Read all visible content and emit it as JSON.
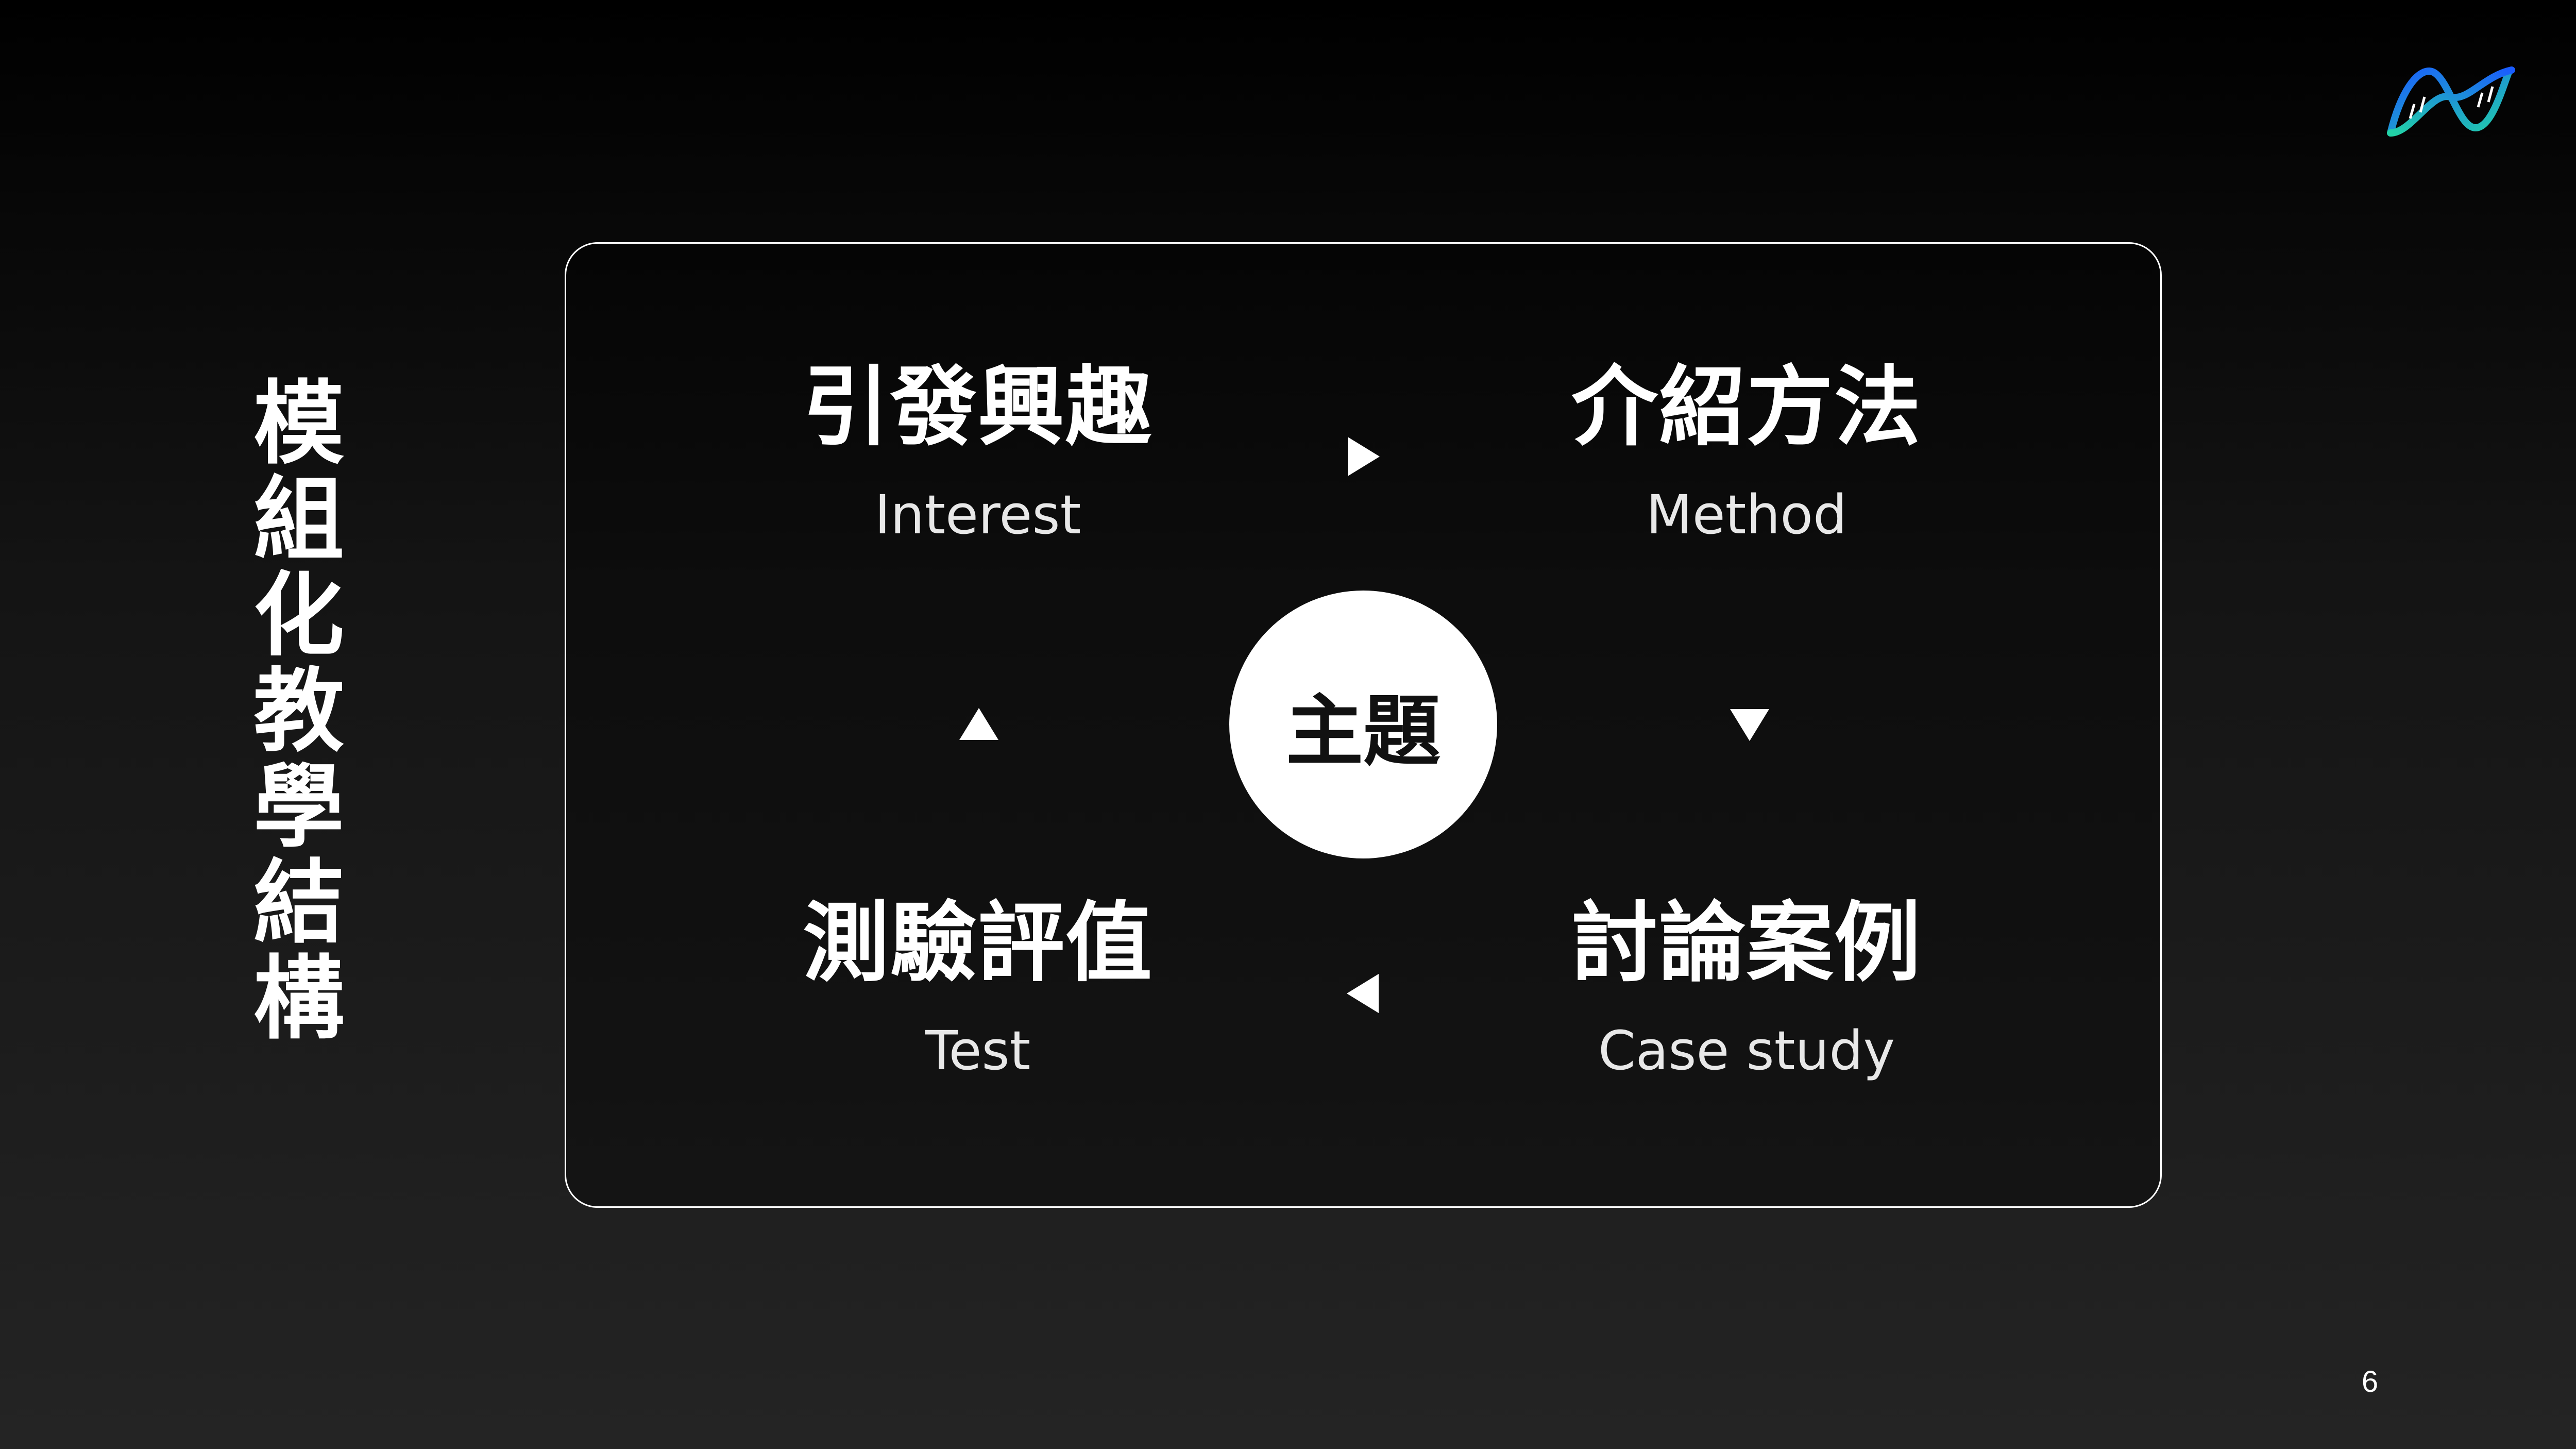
{
  "slide": {
    "title_chars": [
      "模",
      "組",
      "化",
      "教",
      "學",
      "結",
      "構"
    ],
    "page_number": "6"
  },
  "diagram": {
    "center": "主題",
    "nodes": {
      "interest": {
        "zh": "引發興趣",
        "en": "Interest"
      },
      "method": {
        "zh": "介紹方法",
        "en": "Method"
      },
      "case_study": {
        "zh": "討論案例",
        "en": "Case study"
      },
      "test": {
        "zh": "測驗評值",
        "en": "Test"
      }
    },
    "arrows": [
      "right",
      "down",
      "left",
      "up"
    ]
  },
  "colors": {
    "background_top": "#000000",
    "background_bottom": "#242424",
    "text": "#ffffff",
    "logo_blue": "#1a5cff",
    "logo_teal": "#22d3a6"
  },
  "icons": {
    "logo": "dna-helix-logo-icon"
  }
}
